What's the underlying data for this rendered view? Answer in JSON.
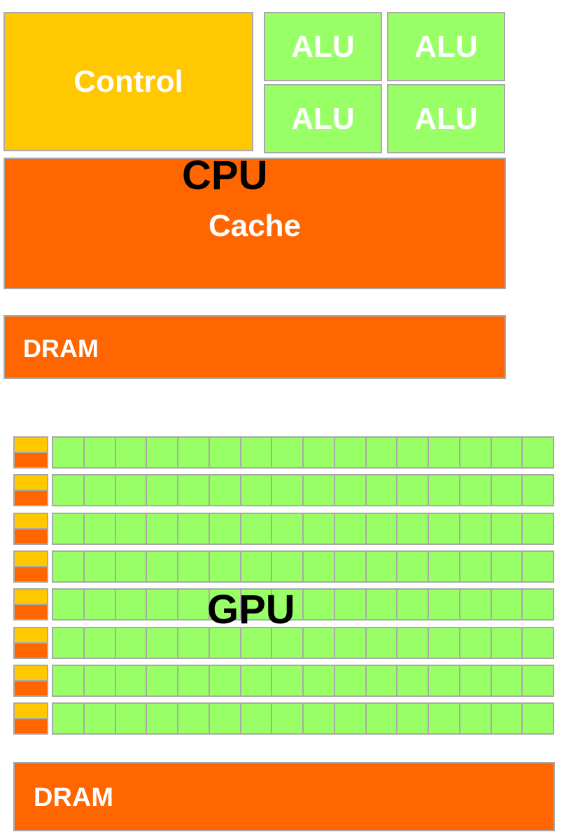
{
  "cpu": {
    "title": "CPU",
    "control_label": "Control",
    "alu_labels": [
      "ALU",
      "ALU",
      "ALU",
      "ALU"
    ],
    "cache_label": "Cache",
    "dram_label": "DRAM"
  },
  "gpu": {
    "title": "GPU",
    "row_count": 8,
    "alus_per_row": 16,
    "dram_label": "DRAM"
  },
  "colors": {
    "control": "#ffc800",
    "alu": "#99ff66",
    "cache": "#ff6600",
    "dram": "#ff6600",
    "border": "#a9a9a9",
    "label": "#ffffff",
    "title": "#000000"
  }
}
